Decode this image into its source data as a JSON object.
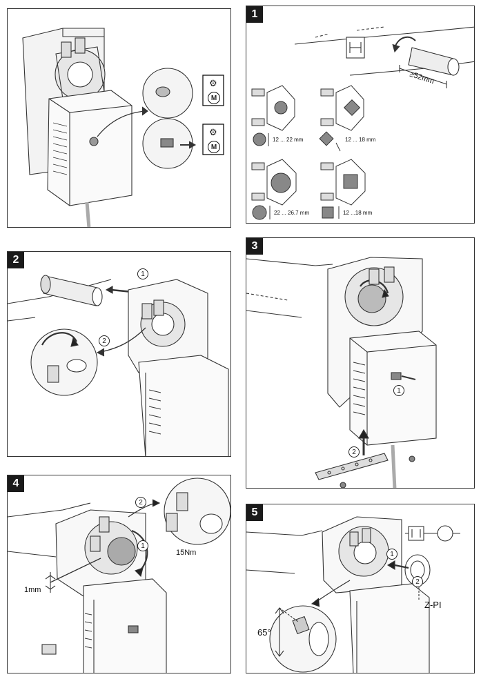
{
  "panels": {
    "intro": {
      "manual_mark": "M"
    },
    "step1": {
      "badge": "1",
      "distance_label": "≥52mm",
      "round_small_label": "12 ... 22 mm",
      "square_small_label": "12 ... 18 mm",
      "round_large_label": "22 ... 26.7 mm",
      "square_large_label": "12 ...18 mm"
    },
    "step2": {
      "badge": "2",
      "callout_1": "1",
      "callout_2": "2"
    },
    "step3": {
      "badge": "3",
      "callout_1": "1",
      "callout_2": "2"
    },
    "step4": {
      "badge": "4",
      "callout_1": "1",
      "callout_2": "2",
      "gap_label": "1mm",
      "torque_label": "15Nm"
    },
    "step5": {
      "badge": "5",
      "callout_1": "1",
      "callout_2": "2",
      "angle_label": "65°",
      "part_label": "Z-PI"
    }
  },
  "colors": {
    "line": "#333333",
    "fill_gray": "#9a9a9a",
    "fill_light": "#e6e6e6",
    "badge": "#1a1a1a"
  }
}
